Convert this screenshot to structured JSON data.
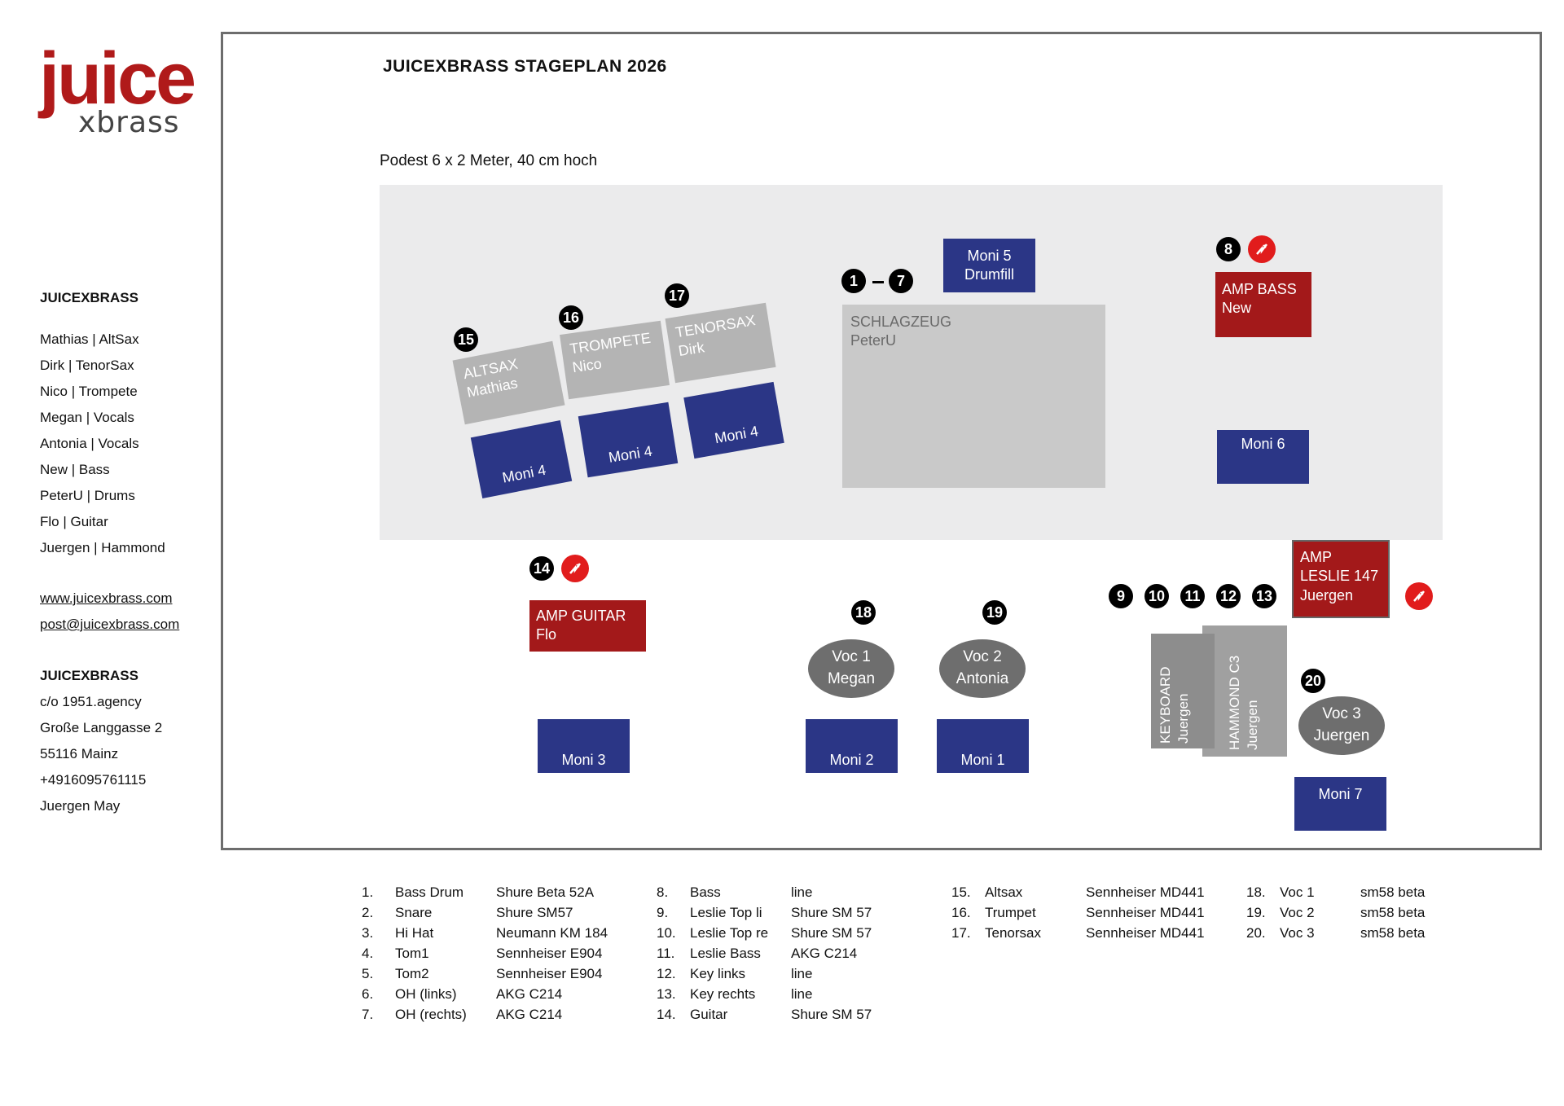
{
  "logo": {
    "main": "juice",
    "sub": "xbrass"
  },
  "sidebar": {
    "band_heading": "JUICEXBRASS",
    "members": [
      "Mathias | AltSax",
      "Dirk | TenorSax",
      "Nico | Trompete",
      "Megan | Vocals",
      "Antonia | Vocals",
      "New | Bass",
      "PeterU | Drums",
      "Flo | Guitar",
      "Juergen | Hammond"
    ],
    "website": "www.juicexbrass.com",
    "email": "post@juicexbrass.com",
    "contact_heading": "JUICEXBRASS",
    "address": [
      "c/o 1951.agency",
      "Große Langgasse 2",
      "55116 Mainz",
      "+4916095761115",
      "Juergen May"
    ]
  },
  "plan": {
    "title": "JUICEXBRASS STAGEPLAN 2026",
    "subtitle": "Podest 6 x 2 Meter, 40 cm hoch",
    "altsax": [
      "ALTSAX",
      "Mathias"
    ],
    "trompete": [
      "TROMPETE",
      "Nico"
    ],
    "tenorsax": [
      "TENORSAX",
      "Dirk"
    ],
    "moni4": "Moni 4",
    "moni5": [
      "Moni 5",
      "Drumfill"
    ],
    "schlagzeug": [
      "SCHLAGZEUG",
      "PeterU"
    ],
    "amp_bass": [
      "AMP BASS",
      "New"
    ],
    "moni6": "Moni 6",
    "amp_leslie": [
      "AMP",
      "LESLIE 147",
      "Juergen"
    ],
    "amp_guitar": [
      "AMP GUITAR",
      "Flo"
    ],
    "voc1": [
      "Voc 1",
      "Megan"
    ],
    "voc2": [
      "Voc 2",
      "Antonia"
    ],
    "voc3": [
      "Voc 3",
      "Juergen"
    ],
    "keyboard": [
      "KEYBOARD",
      "Juergen"
    ],
    "hammond": [
      "HAMMOND C3",
      "Juergen"
    ],
    "moni3": "Moni 3",
    "moni2": "Moni 2",
    "moni1": "Moni 1",
    "moni7": "Moni 7",
    "numbers": {
      "n1": "1",
      "n7": "7",
      "n8": "8",
      "n9": "9",
      "n10": "10",
      "n11": "11",
      "n12": "12",
      "n13": "13",
      "n14": "14",
      "n15": "15",
      "n16": "16",
      "n17": "17",
      "n18": "18",
      "n19": "19",
      "n20": "20"
    }
  },
  "inputs": [
    [
      [
        "1.",
        "Bass Drum",
        "Shure Beta 52A"
      ],
      [
        "2.",
        "Snare",
        "Shure SM57"
      ],
      [
        "3.",
        "Hi Hat",
        "Neumann KM 184"
      ],
      [
        "4.",
        "Tom1",
        "Sennheiser E904"
      ],
      [
        "5.",
        "Tom2",
        "Sennheiser E904"
      ],
      [
        "6.",
        "OH (links)",
        "AKG C214"
      ],
      [
        "7.",
        "OH (rechts)",
        "AKG C214"
      ]
    ],
    [
      [
        "8.",
        "Bass",
        "line"
      ],
      [
        "9.",
        "Leslie Top li",
        "Shure SM 57"
      ],
      [
        "10.",
        "Leslie Top re",
        "Shure SM 57"
      ],
      [
        "11.",
        "Leslie Bass",
        "AKG C214"
      ],
      [
        "12.",
        "Key links",
        "line"
      ],
      [
        "13.",
        "Key rechts",
        "line"
      ],
      [
        "14.",
        "Guitar",
        "Shure SM 57"
      ]
    ],
    [
      [
        "15.",
        "Altsax",
        "Sennheiser MD441"
      ],
      [
        "16.",
        "Trumpet",
        "Sennheiser MD441"
      ],
      [
        "17.",
        "Tenorsax",
        "Sennheiser MD441"
      ]
    ],
    [
      [
        "18.",
        "Voc 1",
        "sm58 beta"
      ],
      [
        "19.",
        "Voc 2",
        "sm58 beta"
      ],
      [
        "20.",
        "Voc 3",
        "sm58 beta"
      ]
    ]
  ]
}
